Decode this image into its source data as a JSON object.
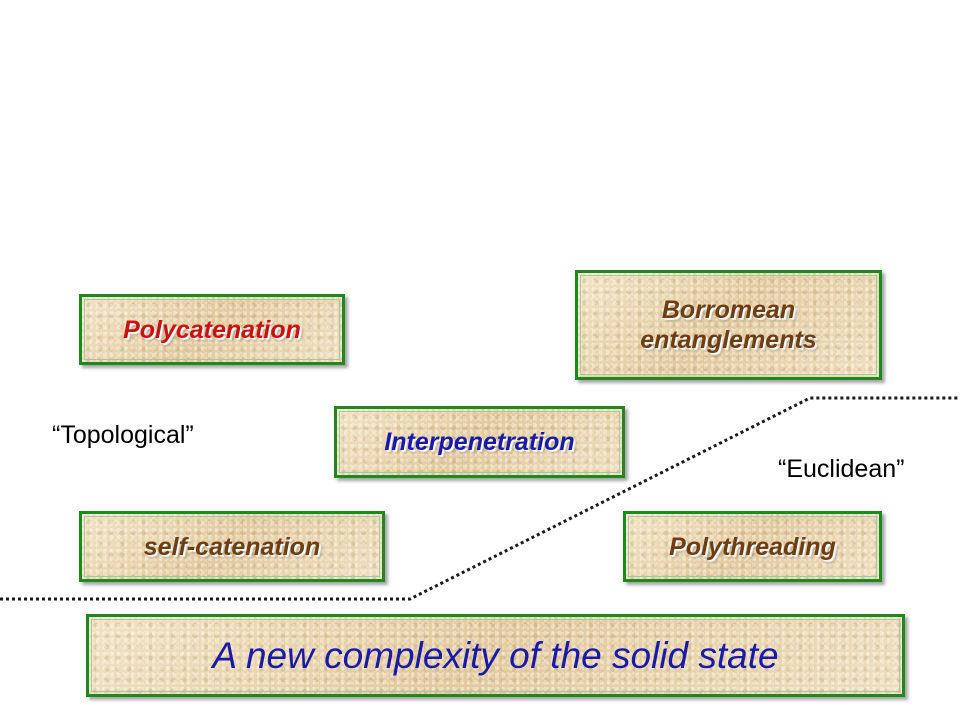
{
  "boxes": {
    "polycatenation": "Polycatenation",
    "borromean": "Borromean\nentanglements",
    "interpenetration": "Interpenetration",
    "self_catenation": "self-catenation",
    "polythreading": "Polythreading"
  },
  "labels": {
    "topological": "“Topological”",
    "euclidean": "“Euclidean”"
  },
  "title": "A new complexity of the solid state",
  "colors": {
    "box_border": "#1e8a1e",
    "red_label": "#cc1111",
    "blue_label": "#1a1aa8",
    "brown_label": "#6e3d12"
  }
}
